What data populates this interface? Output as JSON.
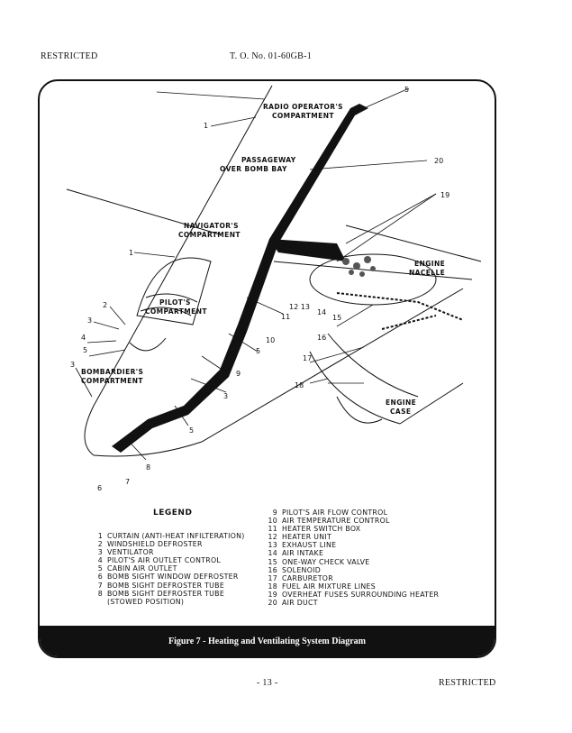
{
  "header": {
    "left": "RESTRICTED",
    "center": "T. O. No. 01-60GB-1"
  },
  "footer": {
    "page": "- 13 -",
    "right": "RESTRICTED"
  },
  "figure": {
    "caption": "Figure 7 - Heating and Ventilating System Diagram",
    "area_labels": {
      "radio_operator_1": "RADIO OPERATOR'S",
      "radio_operator_2": "COMPARTMENT",
      "passageway_1": "PASSAGEWAY",
      "passageway_2": "OVER BOMB BAY",
      "navigator_1": "NAVIGATOR'S",
      "navigator_2": "COMPARTMENT",
      "engine_nacelle_1": "ENGINE",
      "engine_nacelle_2": "NACELLE",
      "pilot_1": "PILOT'S",
      "pilot_2": "COMPARTMENT",
      "bombardier_1": "BOMBARDIER'S",
      "bombardier_2": "COMPARTMENT",
      "engine_case_1": "ENGINE",
      "engine_case_2": "CASE"
    },
    "callouts": {
      "c5_top": "5",
      "c20": "20",
      "c19": "19",
      "c1_top": "1",
      "c1_nav": "1",
      "c2": "2",
      "c3_a": "3",
      "c4": "4",
      "c5_left": "5",
      "c3_b": "3",
      "c12_13": "12  13",
      "c14": "14",
      "c11": "11",
      "c15": "15",
      "c10": "10",
      "c16": "16",
      "c5_mid": "5",
      "c9": "9",
      "c17": "17",
      "c3_c": "3",
      "c18": "18",
      "c5_low": "5",
      "c8": "8",
      "c7": "7",
      "c6": "6"
    }
  },
  "legend": {
    "title": "LEGEND",
    "left": [
      {
        "n": "1",
        "text": "CURTAIN (ANTI-HEAT INFILTERATION)"
      },
      {
        "n": "2",
        "text": "WINDSHIELD DEFROSTER"
      },
      {
        "n": "3",
        "text": "VENTILATOR"
      },
      {
        "n": "4",
        "text": "PILOT'S AIR OUTLET CONTROL"
      },
      {
        "n": "5",
        "text": "CABIN AIR OUTLET"
      },
      {
        "n": "6",
        "text": "BOMB SIGHT WINDOW DEFROSTER"
      },
      {
        "n": "7",
        "text": "BOMB SIGHT DEFROSTER TUBE"
      },
      {
        "n": "8",
        "text": "BOMB SIGHT DEFROSTER TUBE"
      },
      {
        "n": "",
        "text": "(STOWED POSITION)"
      }
    ],
    "right": [
      {
        "n": "9",
        "text": "PILOT'S AIR FLOW CONTROL"
      },
      {
        "n": "10",
        "text": "AIR TEMPERATURE CONTROL"
      },
      {
        "n": "11",
        "text": "HEATER SWITCH BOX"
      },
      {
        "n": "12",
        "text": "HEATER UNIT"
      },
      {
        "n": "13",
        "text": "EXHAUST LINE"
      },
      {
        "n": "14",
        "text": "AIR INTAKE"
      },
      {
        "n": "15",
        "text": "ONE-WAY CHECK VALVE"
      },
      {
        "n": "16",
        "text": "SOLENOID"
      },
      {
        "n": "17",
        "text": "CARBURETOR"
      },
      {
        "n": "18",
        "text": "FUEL AIR MIXTURE LINES"
      },
      {
        "n": "19",
        "text": "OVERHEAT FUSES SURROUNDING HEATER"
      },
      {
        "n": "20",
        "text": "AIR DUCT"
      }
    ]
  }
}
